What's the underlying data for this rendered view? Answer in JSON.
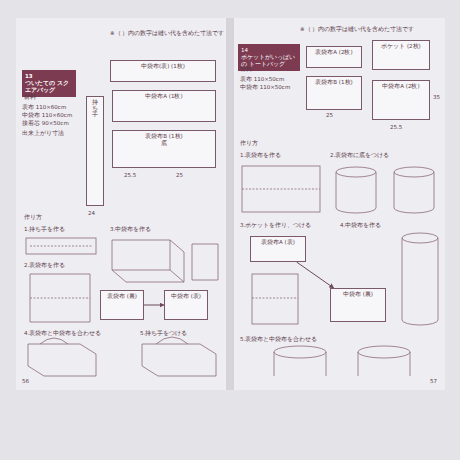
{
  "diagram": {
    "nodes": [
      {
        "text": [
          "13",
          "ついたての スクエアバッグ"
        ]
      },
      {
        "text": [
          "中袋布(表) (1枚)"
        ]
      },
      {
        "text": [
          "中袋布A (1枚)"
        ]
      },
      {
        "text": [
          "表袋布B (1枚)",
          "底"
        ]
      },
      {
        "text": [
          "持ち手"
        ]
      },
      {
        "text": [
          "表袋布 (裏)"
        ]
      },
      {
        "text": [
          "中袋布 (表)"
        ]
      },
      {
        "text": [
          "14",
          "ポケットがいっぱいの トートバッグ"
        ]
      },
      {
        "text": [
          "表袋布A (2枚)"
        ]
      },
      {
        "text": [
          "表袋布B (1枚)"
        ]
      },
      {
        "text": [
          "ポケット (2枚)"
        ]
      },
      {
        "text": [
          "中袋布A (2枚)"
        ]
      },
      {
        "text": [
          "表袋布A (表)"
        ]
      },
      {
        "text": [
          "中袋布 (裏)"
        ]
      }
    ],
    "edges": [
      {
        "from": 5,
        "to": 6,
        "arrow": "to"
      },
      {
        "from": 12,
        "to": 13,
        "arrow": "to"
      }
    ],
    "labels": [
      "※（ ）内の数字は縫い代を含めた寸法です",
      "材料",
      "表布 110×60cm",
      "中袋布 110×60cm",
      "接着芯 90×50cm",
      "出来上がり寸法",
      "25.5",
      "25",
      "24",
      "作り方",
      "1.持ち手を作る",
      "2.表袋布を作る",
      "3.中袋布を作る",
      "4.表袋布と中袋布を合わせる",
      "5.持ち手をつける",
      "56",
      "※（ ）内の数字は縫い代を含めた寸法です",
      "材料",
      "表布 110×50cm",
      "中袋布 110×50cm",
      "25",
      "25.5",
      "35",
      "作り方",
      "1.表袋布を作る",
      "2.表袋布に底をつける",
      "3.ポケットを作り、つける",
      "4.中袋布を作る",
      "5.表袋布と中袋布を合わせる",
      "57"
    ]
  }
}
